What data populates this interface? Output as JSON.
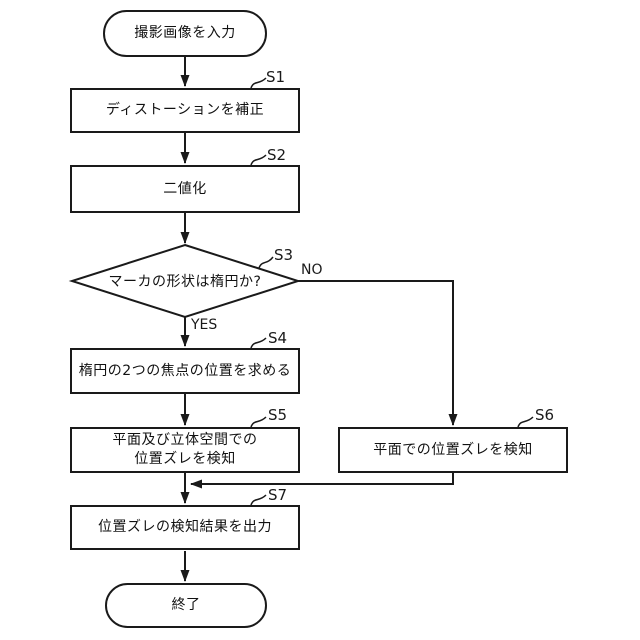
{
  "diagram": {
    "line_color": "#1a1a1a",
    "background_color": "#ffffff",
    "start": {
      "label": "撮影画像を入力"
    },
    "end": {
      "label": "終了"
    },
    "steps": [
      {
        "id": "S1",
        "label": "ディストーションを補正",
        "type": "process"
      },
      {
        "id": "S2",
        "label": "二値化",
        "type": "process"
      },
      {
        "id": "S3",
        "label": "マーカの形状は楕円か?",
        "type": "decision"
      },
      {
        "id": "S4",
        "label": "楕円の2つの焦点の位置を求める",
        "type": "process"
      },
      {
        "id": "S5",
        "label": "平面及び立体空間での\n位置ズレを検知",
        "type": "process"
      },
      {
        "id": "S6",
        "label": "平面での位置ズレを検知",
        "type": "process"
      },
      {
        "id": "S7",
        "label": "位置ズレの検知結果を出力",
        "type": "process"
      }
    ],
    "branch": {
      "yes": "YES",
      "no": "NO"
    }
  }
}
